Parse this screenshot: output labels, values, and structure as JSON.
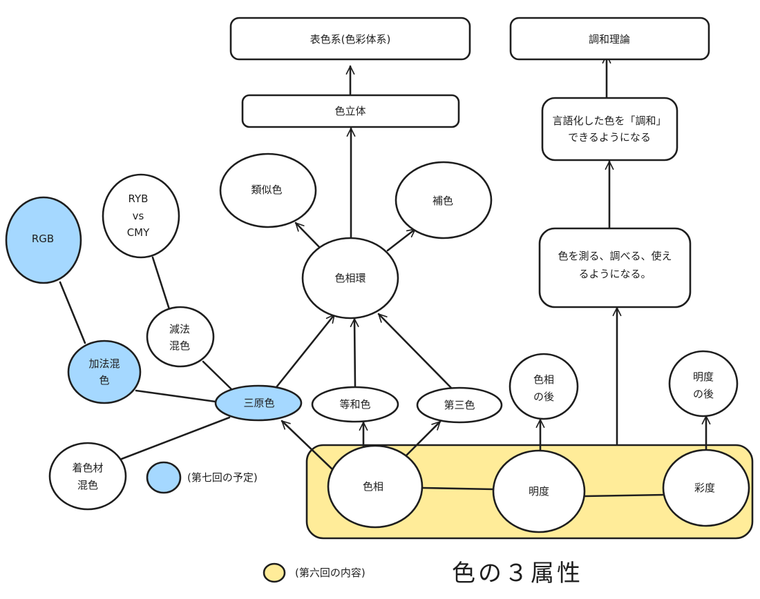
{
  "colors": {
    "stroke": "#1e1e1e",
    "node_fill": "#ffffff",
    "blue": "#a5d8ff",
    "yellow": "#ffec99"
  },
  "title": "色の３属性",
  "legend": {
    "yellow": "(第六回の内容)",
    "blue": "(第七回の予定)"
  },
  "nodes": {
    "hyoshokukei": "表色系(色彩体系)",
    "chowa_riron": "調和理論",
    "irorittai": "色立体",
    "gengoka": [
      "言語化した色を「調和」",
      "できるようになる"
    ],
    "hakaru": [
      "色を測る、調べる、使え",
      "るようになる。"
    ],
    "ruijishoku": "類似色",
    "hoshoku": "補色",
    "shikisokan": "色相環",
    "ryb_cmy": [
      "RYB",
      "vs",
      "CMY"
    ],
    "rgb": "RGB",
    "genpo": [
      "減法",
      "混色"
    ],
    "kaho": [
      "加法混",
      "色"
    ],
    "sangenshoku": "三原色",
    "towashoku": "等和色",
    "daisanshoku": "第三色",
    "shikiso_ato": [
      "色相",
      "の後"
    ],
    "meido_ato": [
      "明度",
      "の後"
    ],
    "chakushoku": [
      "着色材",
      "混色"
    ],
    "shikiso": "色相",
    "meido": "明度",
    "saido": "彩度"
  }
}
